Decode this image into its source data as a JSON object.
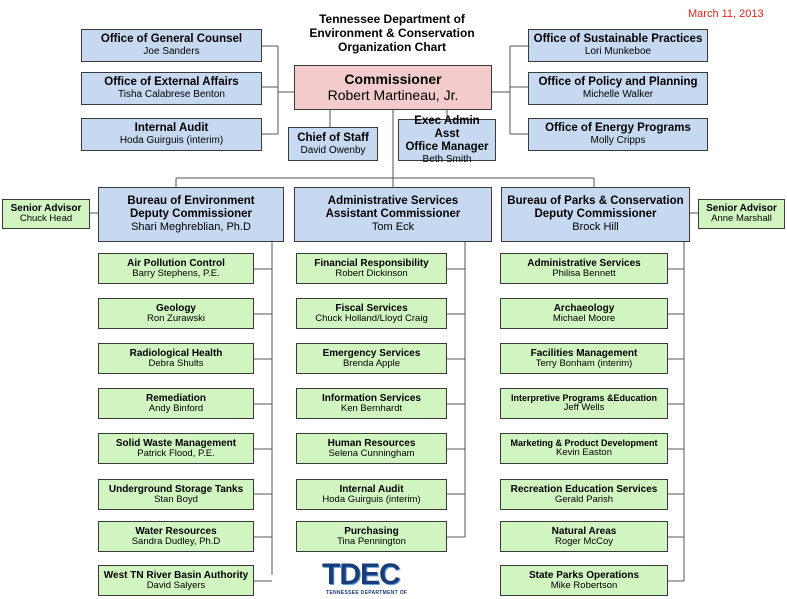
{
  "header": {
    "title_line1": "Tennessee Department of",
    "title_line2": "Environment & Conservation",
    "title_line3": "Organization Chart",
    "date": "March 11, 2013"
  },
  "commissioner": {
    "title": "Commissioner",
    "name": "Robert Martineau, Jr."
  },
  "left_offices": [
    {
      "title": "Office of General Counsel",
      "name": "Joe Sanders"
    },
    {
      "title": "Office of External Affairs",
      "name": "Tisha Calabrese Benton"
    },
    {
      "title": "Internal Audit",
      "name": "Hoda Guirguis (interim)"
    }
  ],
  "right_offices": [
    {
      "title": "Office of Sustainable Practices",
      "name": "Lori Munkeboe"
    },
    {
      "title": "Office of Policy and Planning",
      "name": "Michelle Walker"
    },
    {
      "title": "Office of Energy Programs",
      "name": "Molly Cripps"
    }
  ],
  "chief_of_staff": {
    "title": "Chief of Staff",
    "name": "David Owenby"
  },
  "exec_admin": {
    "title_line1": "Exec Admin Asst",
    "title_line2": "Office Manager",
    "name": "Beth Smith"
  },
  "senior_advisor_left": {
    "title": "Senior Advisor",
    "name": "Chuck Head"
  },
  "senior_advisor_right": {
    "title": "Senior Advisor",
    "name": "Anne Marshall"
  },
  "bureaus": [
    {
      "title_line1": "Bureau of Environment",
      "title_line2": "Deputy Commissioner",
      "name": "Shari Meghreblian, Ph.D",
      "divisions": [
        {
          "title": "Air Pollution Control",
          "name": "Barry Stephens, P.E."
        },
        {
          "title": "Geology",
          "name": "Ron Zurawski"
        },
        {
          "title": "Radiological Health",
          "name": "Debra Shults"
        },
        {
          "title": "Remediation",
          "name": "Andy Binford"
        },
        {
          "title": "Solid Waste Management",
          "name": "Patrick Flood, P.E."
        },
        {
          "title": "Underground Storage Tanks",
          "name": "Stan Boyd"
        },
        {
          "title": "Water Resources",
          "name": "Sandra Dudley, Ph.D"
        },
        {
          "title": "West TN River Basin Authority",
          "name": "David Salyers"
        }
      ]
    },
    {
      "title_line1": "Administrative Services",
      "title_line2": "Assistant Commissioner",
      "name": "Tom Eck",
      "divisions": [
        {
          "title": "Financial Responsibility",
          "name": "Robert Dickinson"
        },
        {
          "title": "Fiscal Services",
          "name": "Chuck Holland/Lloyd Craig"
        },
        {
          "title": "Emergency Services",
          "name": "Brenda Apple"
        },
        {
          "title": "Information Services",
          "name": "Ken Bernhardt"
        },
        {
          "title": "Human Resources",
          "name": "Selena Cunningham"
        },
        {
          "title": "Internal Audit",
          "name": "Hoda Guirguis (interim)"
        },
        {
          "title": "Purchasing",
          "name": "Tina Pennington"
        }
      ]
    },
    {
      "title_line1": "Bureau of Parks & Conservation",
      "title_line2": "Deputy Commissioner",
      "name": "Brock Hill",
      "divisions": [
        {
          "title": "Administrative Services",
          "name": "Philisa Bennett"
        },
        {
          "title": "Archaeology",
          "name": "Michael Moore"
        },
        {
          "title": "Facilities Management",
          "name": "Terry Bonham (interim)"
        },
        {
          "title": "Interpretive Programs &Education",
          "name": "Jeff Wells"
        },
        {
          "title": "Marketing & Product Development",
          "name": "Kevin Easton"
        },
        {
          "title": "Recreation Education Services",
          "name": "Gerald Parish"
        },
        {
          "title": "Natural Areas",
          "name": "Roger McCoy"
        },
        {
          "title": "State Parks Operations",
          "name": "Mike Robertson"
        }
      ]
    }
  ],
  "logo": {
    "mark": "TDEC",
    "subtitle": "TENNESSEE DEPARTMENT OF"
  }
}
